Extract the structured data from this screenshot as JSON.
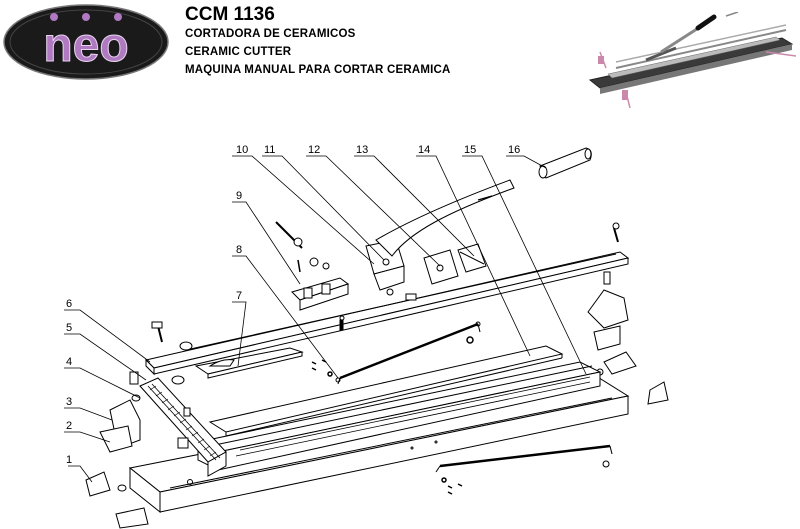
{
  "header": {
    "brand": "neo",
    "model": "CCM 1136",
    "lines": [
      "CORTADORA DE CERAMICOS",
      "CERAMIC CUTTER",
      "MAQUINA MANUAL PARA CORTAR CERAMICA"
    ]
  },
  "parts": {
    "p1": "1",
    "p2": "2",
    "p3": "3",
    "p4": "4",
    "p5": "5",
    "p6": "6",
    "p7": "7",
    "p8": "8",
    "p9": "9",
    "p10": "10",
    "p11": "11",
    "p12": "12",
    "p13": "13",
    "p14": "14",
    "p15": "15",
    "p16": "16"
  },
  "colors": {
    "logo_bg": "#1a1a1a",
    "logo_text": "#b07ac0",
    "line": "#000000"
  }
}
